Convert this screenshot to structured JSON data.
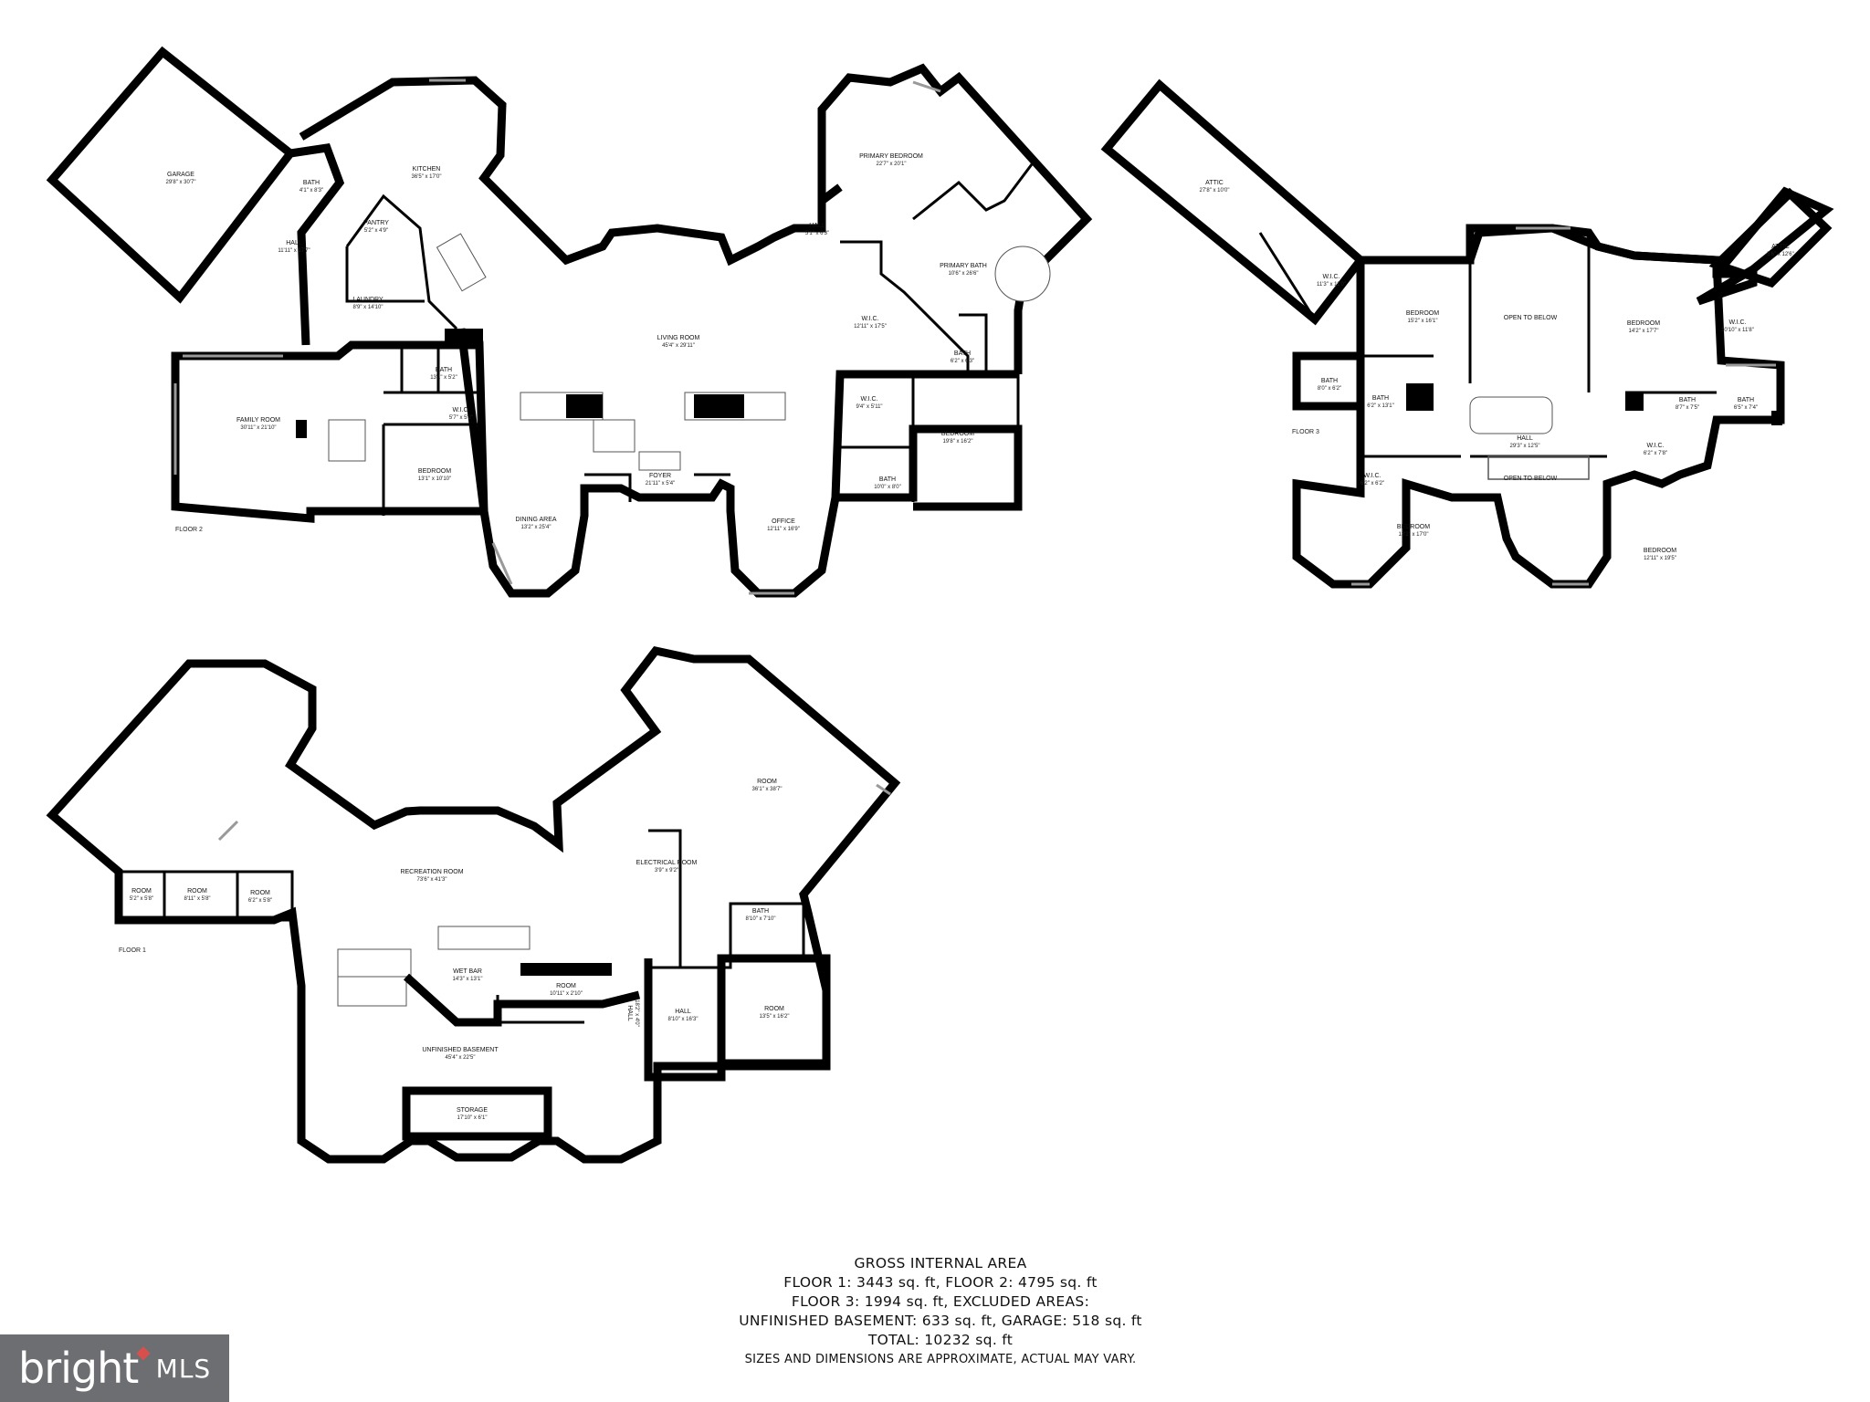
{
  "floors": {
    "floor2": {
      "label": "FLOOR 2",
      "rooms": [
        {
          "id": "garage",
          "name": "GARAGE",
          "dims": "29'8\" x 30'7\""
        },
        {
          "id": "bath-garage",
          "name": "BATH",
          "dims": "4'1\" x 8'3\""
        },
        {
          "id": "hall-1",
          "name": "HALL",
          "dims": "11'11\" x 17'7\""
        },
        {
          "id": "kitchen",
          "name": "KITCHEN",
          "dims": "36'5\" x 17'0\""
        },
        {
          "id": "pantry",
          "name": "PANTRY",
          "dims": "5'2\" x 4'9\""
        },
        {
          "id": "laundry",
          "name": "LAUNDRY",
          "dims": "8'9\" x 14'10\""
        },
        {
          "id": "living-room",
          "name": "LIVING ROOM",
          "dims": "45'4\" x 29'11\""
        },
        {
          "id": "family-room",
          "name": "FAMILY ROOM",
          "dims": "30'11\" x 21'10\""
        },
        {
          "id": "bath-2",
          "name": "BATH",
          "dims": "13'1\" x 5'2\""
        },
        {
          "id": "wic-1",
          "name": "W.I.C.",
          "dims": "5'7\" x 5'2\""
        },
        {
          "id": "bedroom-1",
          "name": "BEDROOM",
          "dims": "13'1\" x 10'10\""
        },
        {
          "id": "dining-area",
          "name": "DINING AREA",
          "dims": "13'2\" x 25'4\""
        },
        {
          "id": "foyer",
          "name": "FOYER",
          "dims": "21'11\" x 5'4\""
        },
        {
          "id": "office",
          "name": "OFFICE",
          "dims": "12'11\" x 16'9\""
        },
        {
          "id": "primary-bedroom",
          "name": "PRIMARY BEDROOM",
          "dims": "22'7\" x 20'1\""
        },
        {
          "id": "hall-2",
          "name": "HALL",
          "dims": "5'1\" x 6'3\""
        },
        {
          "id": "primary-bath",
          "name": "PRIMARY BATH",
          "dims": "10'6\" x 26'6\""
        },
        {
          "id": "wic-2",
          "name": "W.I.C.",
          "dims": "12'11\" x 17'5\""
        },
        {
          "id": "bath-3",
          "name": "BATH",
          "dims": "6'2\" x 6'3\""
        },
        {
          "id": "wic-3",
          "name": "W.I.C.",
          "dims": "9'4\" x 5'11\""
        },
        {
          "id": "bedroom-2",
          "name": "BEDROOM",
          "dims": "19'8\" x 16'2\""
        },
        {
          "id": "bath-4",
          "name": "BATH",
          "dims": "10'0\" x 8'0\""
        }
      ]
    },
    "floor3": {
      "label": "FLOOR 3",
      "rooms": [
        {
          "id": "attic-1",
          "name": "ATTIC",
          "dims": "27'8\" x 10'0\""
        },
        {
          "id": "wic-4",
          "name": "W.I.C.",
          "dims": "11'3\" x 11'0\""
        },
        {
          "id": "bedroom-3",
          "name": "BEDROOM",
          "dims": "15'2\" x 16'1\""
        },
        {
          "id": "open-1",
          "name": "OPEN TO BELOW",
          "dims": ""
        },
        {
          "id": "bedroom-4",
          "name": "BEDROOM",
          "dims": "14'2\" x 17'7\""
        },
        {
          "id": "attic-2",
          "name": "ATTIC",
          "dims": "5'6\" x 12'6\""
        },
        {
          "id": "wic-5",
          "name": "W.I.C.",
          "dims": "10'10\" x 11'8\""
        },
        {
          "id": "bath-5",
          "name": "BATH",
          "dims": "8'0\" x 6'2\""
        },
        {
          "id": "bath-6",
          "name": "BATH",
          "dims": "6'2\" x 13'1\""
        },
        {
          "id": "hall-3",
          "name": "HALL",
          "dims": "29'3\" x 12'5\""
        },
        {
          "id": "bath-7",
          "name": "BATH",
          "dims": "8'7\" x 7'5\""
        },
        {
          "id": "bath-8",
          "name": "BATH",
          "dims": "6'5\" x 7'4\""
        },
        {
          "id": "wic-6",
          "name": "W.I.C.",
          "dims": "6'2\" x 7'8\""
        },
        {
          "id": "wic-7",
          "name": "W.I.C.",
          "dims": "6'2\" x 6'2\""
        },
        {
          "id": "open-2",
          "name": "OPEN TO BELOW",
          "dims": ""
        },
        {
          "id": "bedroom-5",
          "name": "BEDROOM",
          "dims": "13'2\" x 17'0\""
        },
        {
          "id": "bedroom-6",
          "name": "BEDROOM",
          "dims": "12'11\" x 19'5\""
        }
      ]
    },
    "floor1": {
      "label": "FLOOR 1",
      "rooms": [
        {
          "id": "room-a",
          "name": "ROOM",
          "dims": "5'2\" x 5'8\""
        },
        {
          "id": "room-b",
          "name": "ROOM",
          "dims": "8'11\" x 5'8\""
        },
        {
          "id": "room-c",
          "name": "ROOM",
          "dims": "6'2\" x 5'8\""
        },
        {
          "id": "recreation-room",
          "name": "RECREATION ROOM",
          "dims": "73'6\" x 41'3\""
        },
        {
          "id": "room-large",
          "name": "ROOM",
          "dims": "36'1\" x 38'7\""
        },
        {
          "id": "electrical-room",
          "name": "ELECTRICAL ROOM",
          "dims": "3'9\" x 9'2\""
        },
        {
          "id": "bath-9",
          "name": "BATH",
          "dims": "8'10\" x 7'10\""
        },
        {
          "id": "wet-bar",
          "name": "WET BAR",
          "dims": "14'3\" x 13'1\""
        },
        {
          "id": "room-d",
          "name": "ROOM",
          "dims": "10'11\" x 2'10\""
        },
        {
          "id": "hall-4",
          "name": "HALL",
          "dims": "8'10\" x 16'3\""
        },
        {
          "id": "hall-5",
          "name": "HALL",
          "dims": "18'2\" x 4'0\""
        },
        {
          "id": "room-e",
          "name": "ROOM",
          "dims": "13'5\" x 16'2\""
        },
        {
          "id": "unfinished-basement",
          "name": "UNFINISHED BASEMENT",
          "dims": "45'4\" x 22'5\""
        },
        {
          "id": "storage",
          "name": "STORAGE",
          "dims": "17'10\" x 6'1\""
        }
      ]
    }
  },
  "summary": {
    "line1": "GROSS INTERNAL AREA",
    "line2": "FLOOR 1: 3443 sq. ft, FLOOR 2: 4795 sq. ft",
    "line3": "FLOOR 3: 1994 sq. ft, EXCLUDED AREAS:",
    "line4": "UNFINISHED BASEMENT: 633 sq. ft, GARAGE: 518 sq. ft",
    "line5": "TOTAL: 10232 sq. ft",
    "line6": "SIZES AND DIMENSIONS ARE APPROXIMATE, ACTUAL MAY VARY."
  },
  "logo": {
    "brand": "bright",
    "suffix": "MLS"
  }
}
